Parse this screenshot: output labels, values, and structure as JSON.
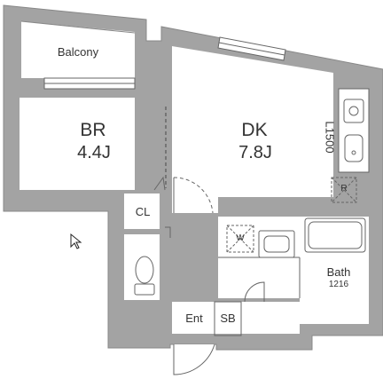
{
  "plan": {
    "balcony": {
      "label": "Balcony"
    },
    "bedroom": {
      "label": "BR",
      "size": "4.4J"
    },
    "dining_kitchen": {
      "label": "DK",
      "size": "7.8J",
      "counter": "L1500"
    },
    "closet": {
      "label": "CL"
    },
    "entrance": {
      "label": "Ent"
    },
    "shoe_box": {
      "label": "SB"
    },
    "bath": {
      "label": "Bath",
      "size": "1216"
    },
    "washer": {
      "label": "W"
    },
    "fridge": {
      "label": "R"
    }
  },
  "colors": {
    "wall": "#a3a3a3",
    "line": "#666666",
    "text": "#333333"
  }
}
